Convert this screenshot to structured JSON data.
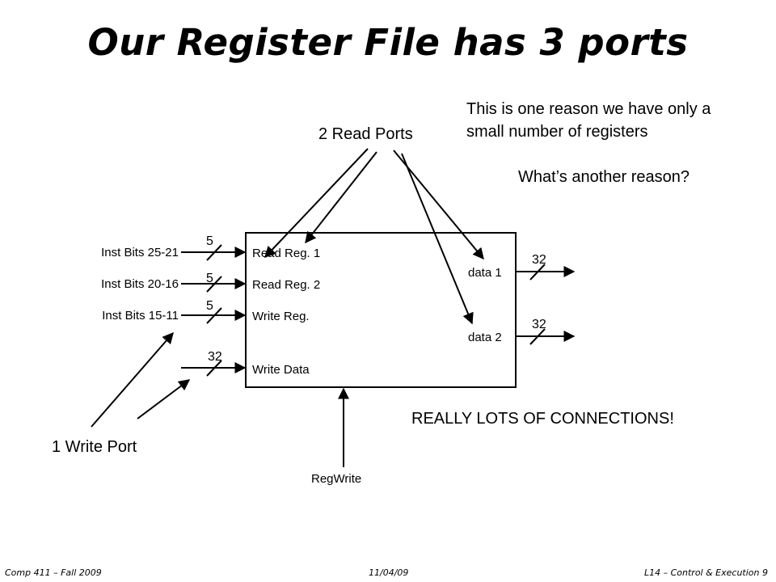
{
  "slide": {
    "title": "Our Register File has 3 ports",
    "note_line1": "This is one reason we have only a",
    "note_line2": "small number of registers",
    "question": "What’s another reason?",
    "emphasis": "REALLY LOTS OF CONNECTIONS!"
  },
  "ports": {
    "read_label": "2 Read Ports",
    "write_label": "1 Write Port",
    "regwrite": "RegWrite"
  },
  "inputs": [
    {
      "source": "Inst Bits 25-21",
      "width": "5",
      "port": "Read Reg. 1"
    },
    {
      "source": "Inst Bits 20-16",
      "width": "5",
      "port": "Read Reg. 2"
    },
    {
      "source": "Inst Bits 15-11",
      "width": "5",
      "port": "Write Reg."
    },
    {
      "width": "32",
      "port": "Write Data"
    }
  ],
  "outputs": [
    {
      "port": "data 1",
      "width": "32"
    },
    {
      "port": "data 2",
      "width": "32"
    }
  ],
  "footer": {
    "left": "Comp 411 – Fall 2009",
    "center": "11/04/09",
    "right": "L14 – Control & Execution  9"
  }
}
